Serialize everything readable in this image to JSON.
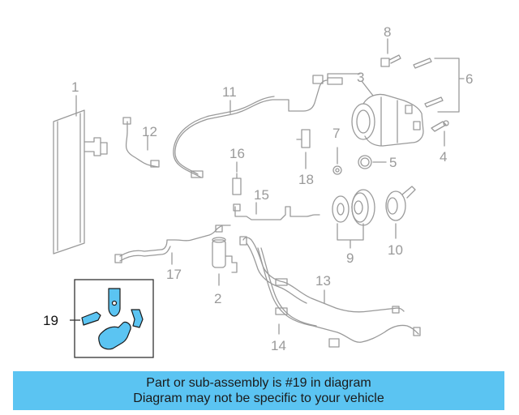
{
  "diagram": {
    "callouts": {
      "c1": "1",
      "c2": "2",
      "c3": "3",
      "c4": "4",
      "c5": "5",
      "c6": "6",
      "c7": "7",
      "c8": "8",
      "c9": "9",
      "c10": "10",
      "c11": "11",
      "c12": "12",
      "c13": "13",
      "c14": "14",
      "c15": "15",
      "c16": "16",
      "c17": "17",
      "c18": "18",
      "c19": "19"
    },
    "highlight_color": "#5bc4f2"
  },
  "banner": {
    "line1": "Part or sub-assembly is #19 in diagram",
    "line2": "Diagram may not be specific to your vehicle",
    "color": "#5bc4f2"
  }
}
